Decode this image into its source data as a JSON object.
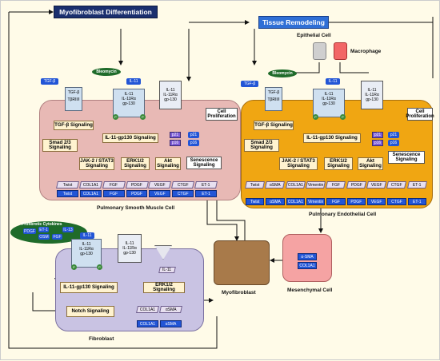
{
  "top": {
    "myo_diff": "Myofibroblast Differentiation",
    "tissue_remodeling": "Tissue Remodeling"
  },
  "cells": {
    "epithelial": "Epithelial Cell",
    "macrophage": "Macrophage",
    "psmc": "Pulmonary Smooth Muscle Cell",
    "pec": "Pulmonary Endothelial Cell",
    "fibroblast": "Fibroblast",
    "myofibroblast": "Myofibroblast",
    "mesenchymal": "Mesenchymal Cell"
  },
  "ligands": {
    "tgfb": "TGF-β",
    "bleomycin": "Bleomycin",
    "il11": "IL-11",
    "il11_short": "IL-11"
  },
  "receptors": {
    "tgfb_label": "TGF-β",
    "tbrii": "TβRII/I",
    "il11": "IL-11",
    "il11ra": "IL-11Rα",
    "gp130": "gp-130",
    "p": "P"
  },
  "psmc": {
    "tgfb_sig": "TGF-β Signaling",
    "smad": "Smad 2/3 Signaling",
    "il11_gp130": "IL-11-gp130 Signaling",
    "jak": "JAK-2 / STAT3 Signaling",
    "erk": "ERK1/2 Signaling",
    "akt": "Akt Signaling",
    "senescence": "Senescence Signaling",
    "proliferation": "Cell Proliferation",
    "p21": "p21",
    "p16": "p16",
    "genes": [
      "Twist",
      "COL1A1",
      "FGF",
      "PDGF",
      "VEGF",
      "CTGF",
      "ET-1"
    ],
    "outputs": [
      "Twist",
      "COL1A1",
      "FGF",
      "PDGF",
      "VEGF",
      "CTGF",
      "ET-1"
    ]
  },
  "pec": {
    "tgfb_sig": "TGF-β Signaling",
    "smad": "Smad 2/3 Signaling",
    "il11_gp130": "IL-11-gp130 Signaling",
    "jak": "JAK-2 / STAT3 Signaling",
    "erk": "ERK1/2 Signaling",
    "akt": "Akt Signaling",
    "senescence": "Senescence Signaling",
    "proliferation": "Cell Proliferation",
    "p21": "p21",
    "p16": "p16",
    "genes": [
      "Twist",
      "αSMA",
      "COL1A1",
      "Vimentin",
      "FGF",
      "PDGF",
      "VEGF",
      "CTGF",
      "ET-1"
    ],
    "outputs": [
      "Twist",
      "αSMA",
      "COL1A1",
      "Vimentin",
      "FGF",
      "PDGF",
      "VEGF",
      "CTGF",
      "ET-1"
    ]
  },
  "fibroblast": {
    "profibrotic": "Profibrotic Cytokines",
    "cytokines": [
      "PDGF",
      "ET-1",
      "OSM",
      "FGF",
      "IL-13"
    ],
    "il11_gp130": "IL-11-gp130 Signaling",
    "erk": "ERK1/2 Signaling",
    "notch": "Notch Signaling",
    "genes": [
      "COL1A1",
      "αSMA"
    ],
    "outputs": [
      "COL1A1",
      "αSMA"
    ]
  },
  "mesenchymal": {
    "outputs": [
      "α-SMA",
      "COL1A1"
    ]
  },
  "colors": {
    "background": "#fffbe8",
    "psmc_fill": "#e8b9b5",
    "pec_fill": "#f0a612",
    "fibroblast_fill": "#c9c3e3",
    "myofibroblast_fill": "#a87a4a",
    "mesenchymal_fill": "#f5a3a3",
    "epithelial_fill": "#cfcfcf",
    "macrophage_fill": "#f26666",
    "nav_fill": "#1a2f6e",
    "blue_fill": "#2f6fd6",
    "green_fill": "#1f6b2a"
  }
}
